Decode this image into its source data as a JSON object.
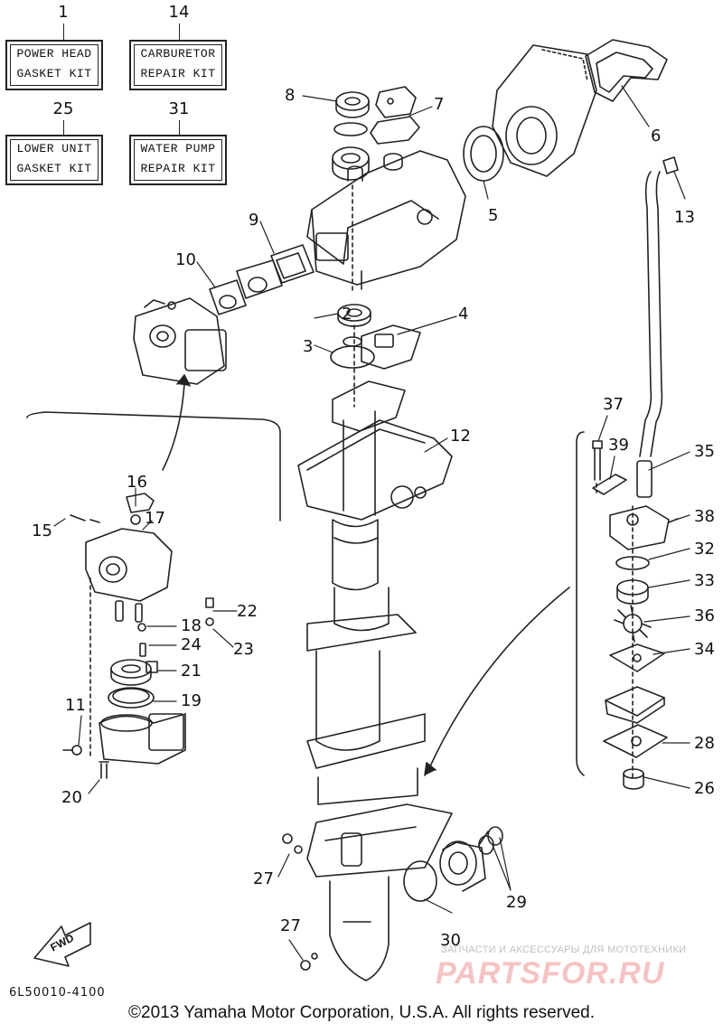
{
  "kits": [
    {
      "num": "1",
      "line1": "POWER HEAD",
      "line2": "GASKET KIT"
    },
    {
      "num": "14",
      "line1": "CARBURETOR",
      "line2": "REPAIR KIT"
    },
    {
      "num": "25",
      "line1": "LOWER UNIT",
      "line2": "GASKET KIT"
    },
    {
      "num": "31",
      "line1": "WATER PUMP",
      "line2": "REPAIR KIT"
    }
  ],
  "callouts": {
    "p2": "2",
    "p3": "3",
    "p4": "4",
    "p5": "5",
    "p6": "6",
    "p7": "7",
    "p8": "8",
    "p9": "9",
    "p10": "10",
    "p11": "11",
    "p12": "12",
    "p13": "13",
    "p15": "15",
    "p16": "16",
    "p17": "17",
    "p18": "18",
    "p19": "19",
    "p20": "20",
    "p21": "21",
    "p22": "22",
    "p23": "23",
    "p24": "24",
    "p26": "26",
    "p27a": "27",
    "p27b": "27",
    "p28": "28",
    "p29": "29",
    "p30": "30",
    "p32": "32",
    "p33": "33",
    "p34": "34",
    "p35": "35",
    "p36": "36",
    "p37": "37",
    "p38": "38",
    "p39": "39"
  },
  "fwd_label": "FWD",
  "diagram_code": "6L50010-4100",
  "copyright": "©2013 Yamaha Motor Corporation, U.S.A. All rights reserved.",
  "watermark": {
    "tagline": "ЗАПЧАСТИ И АКСЕССУАРЫ ДЛЯ МОТОТЕХНИКИ",
    "brand": "PARTSFOR.RU"
  }
}
